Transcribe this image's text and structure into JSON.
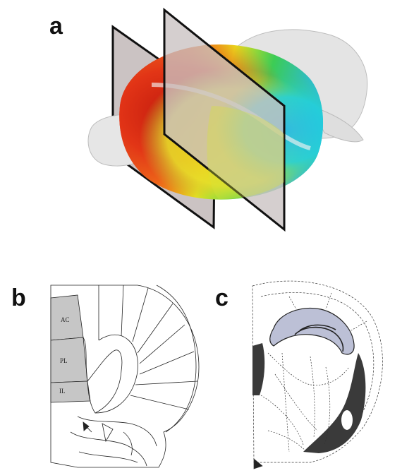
{
  "panels": {
    "a": {
      "label": "a"
    },
    "b": {
      "label": "b",
      "regions": [
        {
          "abbr": "AC"
        },
        {
          "abbr": "PL"
        },
        {
          "abbr": "IL"
        }
      ],
      "region_fill": "#c8c8c8"
    },
    "c": {
      "label": "c",
      "hippocampus_fill": "#bfc3d6",
      "ventricle_fill": "#3a3a3a"
    }
  },
  "colors": {
    "brain_surface": "#e6e6e6",
    "plane_fill": "#c9c1c1",
    "heat_red": "#d01a12",
    "heat_yellow": "#f2e600",
    "heat_green": "#2fc35a",
    "heat_cyan": "#25c8e6"
  }
}
